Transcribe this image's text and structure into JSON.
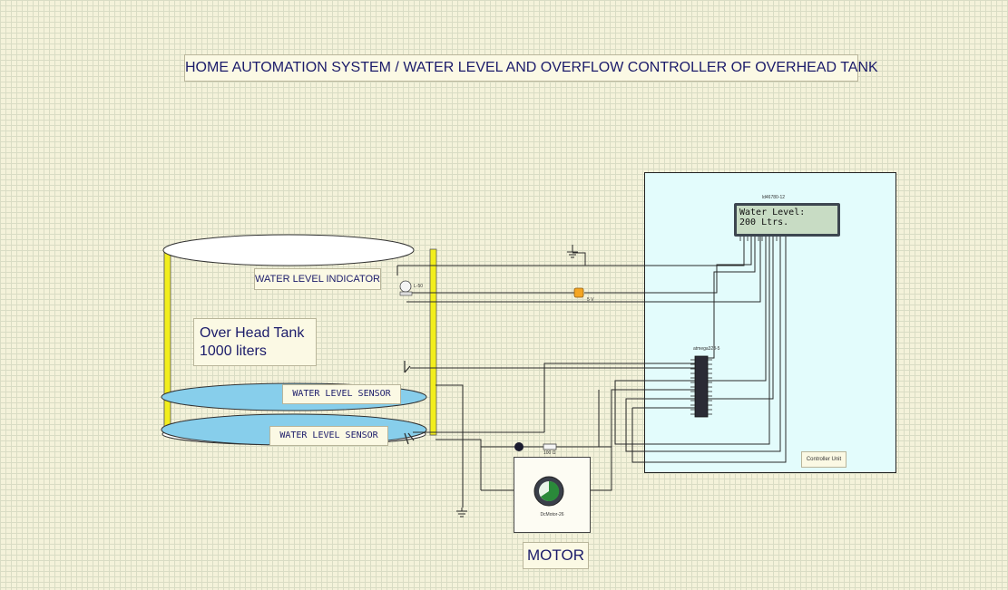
{
  "title": "HOME AUTOMATION SYSTEM / WATER LEVEL AND OVERFLOW CONTROLLER OF OVERHEAD TANK",
  "tank": {
    "indicator_label": "WATER LEVEL INDICATOR",
    "name_line1": "Over Head Tank",
    "name_line2": "1000 liters",
    "sensor1_label": "WATER LEVEL SENSOR",
    "sensor2_label": "WATER LEVEL SENSOR"
  },
  "controller": {
    "lcd_part": "ld46780-12",
    "lcd_line1": "Water Level:",
    "lcd_line2": "200 Ltrs.",
    "mcu_part": "atmega328-5",
    "unit_label": "Controller Unit"
  },
  "components": {
    "bulb_label": "L-50",
    "supply_label": "5 V",
    "resistor_label": "100 Ω",
    "motor_part": "DcMotor-26"
  },
  "motor_label": "MOTOR",
  "colors": {
    "background": "#f4f2da",
    "controller_panel": "#e3fcfc",
    "water": "#87ceeb",
    "tank_posts": "#f2ee1c",
    "label_text": "#1b1b6a"
  }
}
